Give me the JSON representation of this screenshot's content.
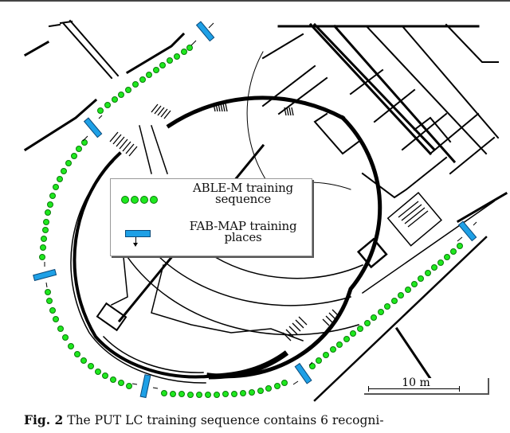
{
  "figure": {
    "legend": {
      "items": [
        {
          "label_line1": "ABLE-M training",
          "label_line2": "sequence",
          "symbol": "green-dots"
        },
        {
          "label_line1": "FAB-MAP training",
          "label_line2": "places",
          "symbol": "blue-bar-with-arrow"
        }
      ]
    },
    "scalebar": {
      "label": "10 m"
    },
    "colors": {
      "sequence_dot": "#1ee81e",
      "sequence_dot_outline": "#0b7a0b",
      "place_marker": "#1ea0e6",
      "walls": "#000000"
    }
  },
  "caption": {
    "label": "Fig. 2",
    "text": " The PUT LC training sequence contains 6 recogni-"
  }
}
